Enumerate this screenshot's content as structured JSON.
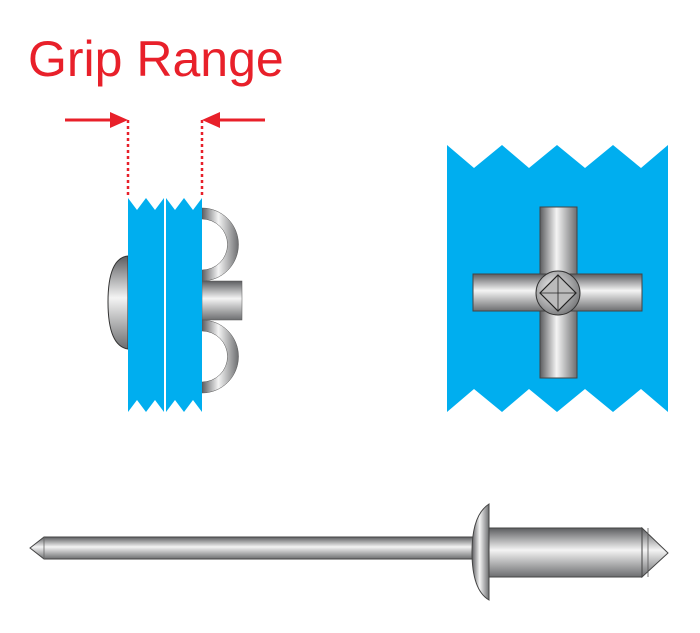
{
  "title": "Grip Range",
  "colors": {
    "title": "#e8202a",
    "arrow": "#e8202a",
    "material": "#00aeef",
    "metal_dark": "#6d6e70",
    "metal_light": "#f2f2f2"
  },
  "figures": {
    "installed_side_view": "installed-rivet-side-view",
    "installed_back_view": "installed-rivet-back-view",
    "rivet": "blind-rivet"
  }
}
